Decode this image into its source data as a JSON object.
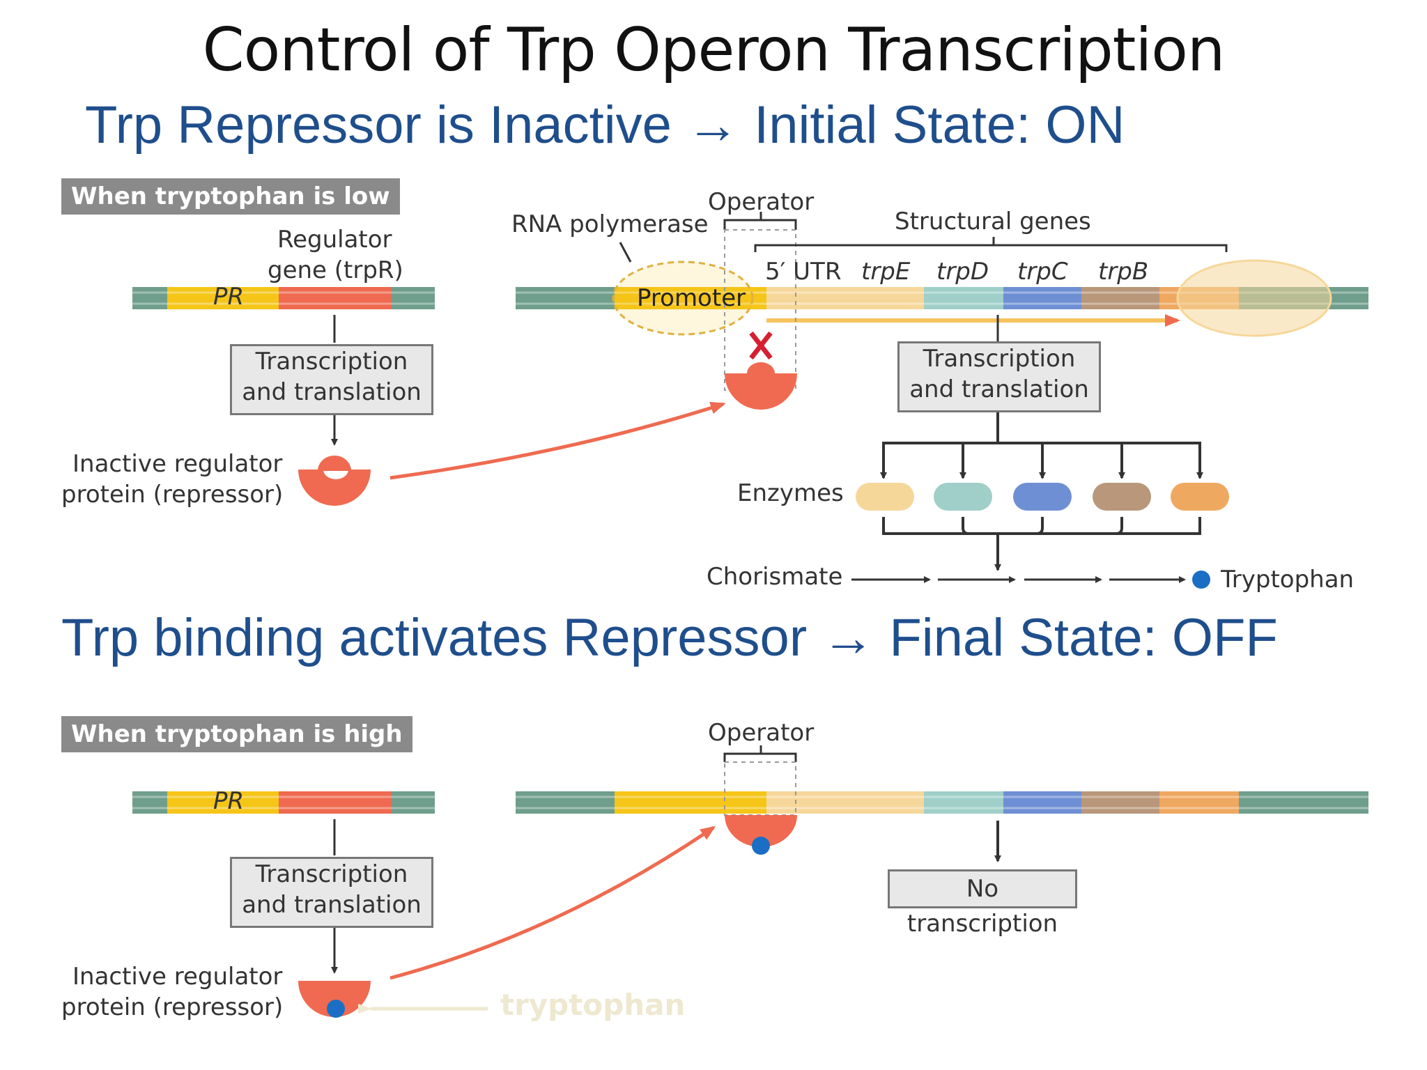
{
  "title": "Control of Trp Operon Transcription",
  "subtitle_top": "Trp Repressor is Inactive → Initial State: ON",
  "subtitle_bottom": "Trp binding activates Repressor → Final State: OFF",
  "top_panel": {
    "tag": "When tryptophan is low",
    "regulator_label_1": "Regulator",
    "regulator_label_2": "gene (trpR)",
    "pr_label": "PR",
    "tt_box_1": "Transcription",
    "tt_box_2": "and translation",
    "repressor_label_1": "Inactive regulator",
    "repressor_label_2": "protein (repressor)",
    "rna_polymerase": "RNA polymerase",
    "operator": "Operator",
    "structural_genes": "Structural genes",
    "promoter": "Promoter",
    "utr": "5′ UTR",
    "genes": [
      "trpE",
      "trpD",
      "trpC",
      "trpB"
    ],
    "operon_tt_1": "Transcription",
    "operon_tt_2": "and translation",
    "enzymes": "Enzymes",
    "chorismate": "Chorismate",
    "tryptophan": "Tryptophan"
  },
  "bottom_panel": {
    "tag": "When tryptophan is high",
    "pr_label": "PR",
    "tt_box_1": "Transcription",
    "tt_box_2": "and translation",
    "repressor_label_1": "Inactive regulator",
    "repressor_label_2": "protein (repressor)",
    "operator": "Operator",
    "no_transcription": "No transcription",
    "tryptophan_faint": "tryptophan"
  },
  "colors": {
    "title_blue": "#1f4e8c",
    "dna_teal": "#6f9e8c",
    "promoter_yellow": "#f5c518",
    "regulator_red": "#ef6a50",
    "utr_beige": "#f6d79a",
    "trpE": "#9fcfc8",
    "trpD": "#6f8fd4",
    "trpC": "#b8977a",
    "trpB": "#efa860",
    "repressor": "#ef6a50",
    "tryptophan_dot": "#1a6fc4"
  }
}
